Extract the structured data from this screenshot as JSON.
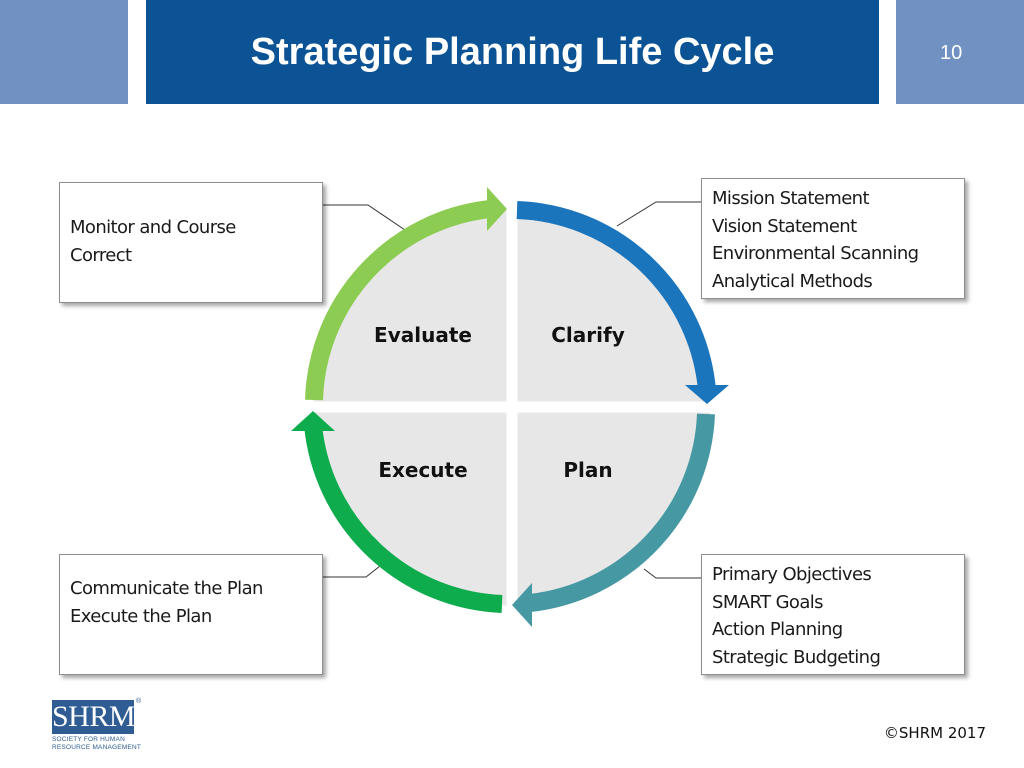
{
  "header": {
    "title": "Strategic Planning Life Cycle",
    "slide_number": "10"
  },
  "diagram": {
    "quadrants": [
      {
        "label": "Clarify",
        "color": "#1b75bc"
      },
      {
        "label": "Plan",
        "color": "#4698a3"
      },
      {
        "label": "Execute",
        "color": "#0fac4e"
      },
      {
        "label": "Evaluate",
        "color": "#8dcc52"
      }
    ],
    "callouts": {
      "evaluate": [
        "Monitor and Course",
        "Correct"
      ],
      "clarify": [
        "Mission Statement",
        "Vision Statement",
        "Environmental Scanning",
        "Analytical Methods"
      ],
      "execute": [
        "Communicate the Plan",
        "Execute the Plan"
      ],
      "plan": [
        "Primary Objectives",
        "SMART Goals",
        "Action Planning",
        "Strategic Budgeting"
      ]
    }
  },
  "footer": {
    "logo_text": "SHRM",
    "logo_registered": "®",
    "logo_subtitle_1": "SOCIETY FOR HUMAN",
    "logo_subtitle_2": "RESOURCE MANAGEMENT",
    "copyright": "©SHRM 2017"
  }
}
